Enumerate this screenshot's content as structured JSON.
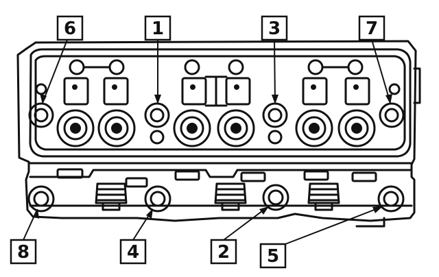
{
  "diagram": {
    "callouts": [
      {
        "id": "callout-6",
        "label": "6"
      },
      {
        "id": "callout-1",
        "label": "1"
      },
      {
        "id": "callout-3",
        "label": "3"
      },
      {
        "id": "callout-7",
        "label": "7"
      },
      {
        "id": "callout-8",
        "label": "8"
      },
      {
        "id": "callout-4",
        "label": "4"
      },
      {
        "id": "callout-2",
        "label": "2"
      },
      {
        "id": "callout-5",
        "label": "5"
      }
    ],
    "colors": {
      "ink": "#111111",
      "background": "#ffffff"
    }
  }
}
